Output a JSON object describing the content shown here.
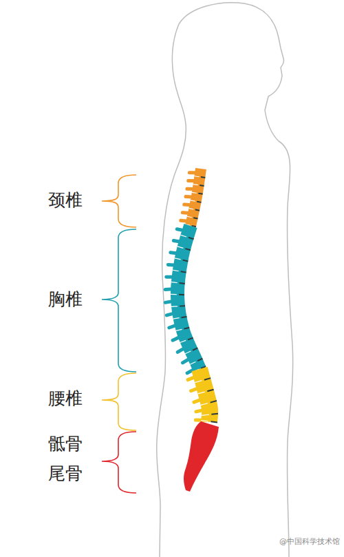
{
  "diagram": {
    "labels": [
      "颈椎",
      "胸椎",
      "腰椎",
      "骶骨",
      "尾骨",
      "@中国科学技术馆"
    ]
  }
}
